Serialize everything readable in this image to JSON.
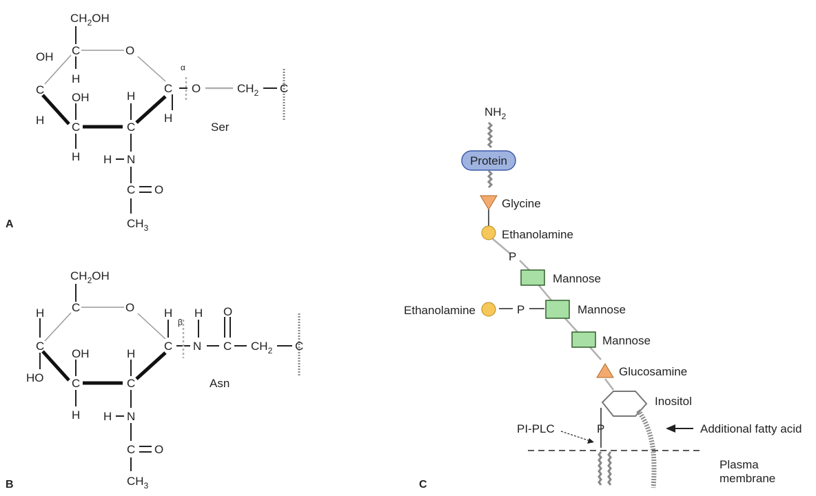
{
  "panels": {
    "a": "A",
    "b": "B",
    "c": "C"
  },
  "atoms": {
    "C": "C",
    "O": "O",
    "H": "H",
    "N": "N",
    "OH": "OH",
    "HO": "HO",
    "CH2OH": "CH",
    "CH2OH_sub": "2",
    "CH2OH_tail": "OH",
    "CH3": "CH",
    "CH3_sub": "3",
    "CH2": "CH",
    "CH2_sub": "2",
    "alpha": "α",
    "beta": "β"
  },
  "residues": {
    "ser": "Ser",
    "asn": "Asn"
  },
  "gpi": {
    "nh2": "NH",
    "nh2_sub": "2",
    "protein": "Protein",
    "glycine": "Glycine",
    "ethanolamine_1": "Ethanolamine",
    "p_1": "P",
    "mannose_1": "Mannose",
    "ethanolamine_2": "Ethanolamine",
    "p_2": "P",
    "mannose_2": "Mannose",
    "mannose_3": "Mannose",
    "glucosamine": "Glucosamine",
    "inositol": "Inositol",
    "p_3": "P",
    "pi_plc": "PI-PLC",
    "fatty_acid": "Additional fatty acid",
    "membrane_1": "Plasma",
    "membrane_2": "membrane"
  },
  "colors": {
    "protein_fill": "#9fb3e0",
    "protein_stroke": "#3e5aa8",
    "mannose_fill": "#a8dfa4",
    "ethanolamine_fill": "#f6c85a",
    "triangle_fill": "#f2aa6e"
  }
}
